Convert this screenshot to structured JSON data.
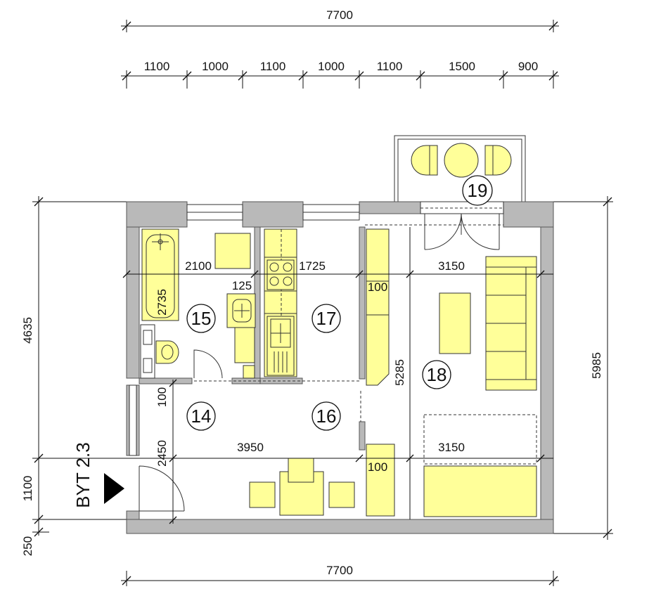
{
  "apartment_label": "BYT 2.3",
  "top_dims": {
    "total": "7700",
    "segments": [
      "1100",
      "1000",
      "1100",
      "1000",
      "1100",
      "1500",
      "900"
    ]
  },
  "bottom_dim": "7700",
  "left_dims": [
    "4635",
    "1100",
    "250"
  ],
  "right_dim": "5985",
  "rooms": [
    {
      "number": "14"
    },
    {
      "number": "15"
    },
    {
      "number": "16"
    },
    {
      "number": "17"
    },
    {
      "number": "18"
    },
    {
      "number": "19"
    }
  ],
  "interior_dims": {
    "bath_width": "2100",
    "kitchen_width": "1725",
    "room18_width": "3150",
    "bath_vertical": "2735",
    "small_125": "125",
    "wall_100_a": "100",
    "wall_100_b": "100",
    "wall_100_c": "100",
    "room18_depth": "5285",
    "living_width": "3950",
    "hall_depth": "2450",
    "room18_lower_width": "3150"
  },
  "colors": {
    "furniture": "#ffff99",
    "wall": "#b9b9b9",
    "line": "#111111"
  }
}
